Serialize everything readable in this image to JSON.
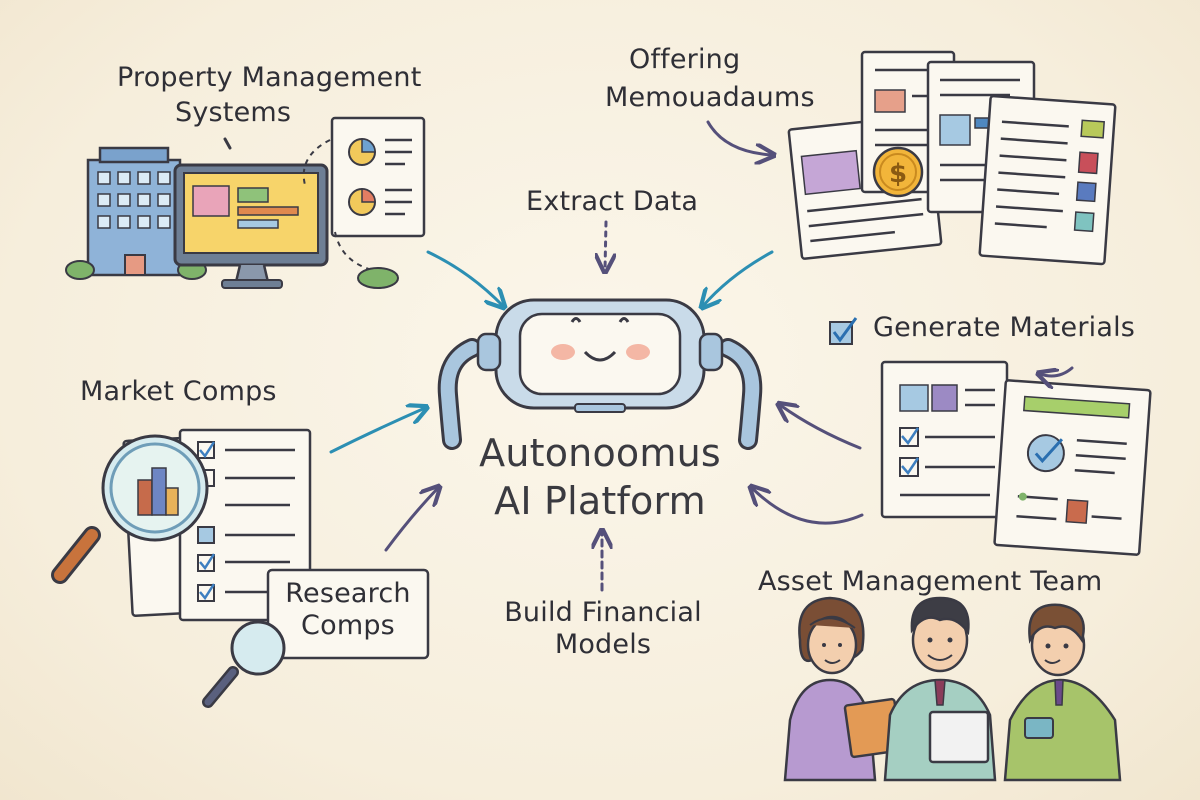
{
  "center": {
    "line1": "Autonoomus",
    "line2": "AI Platform"
  },
  "nodes": {
    "pms": {
      "line1": "Property Management",
      "line2": "Systems"
    },
    "om": {
      "line1": "Offering",
      "line2": "Memouadaums"
    },
    "market": {
      "label": "Market Comps"
    },
    "research": {
      "line1": "Research",
      "line2": "Comps"
    },
    "generate": {
      "label": "Generate Materials"
    },
    "team": {
      "label": "Asset Management Team"
    }
  },
  "actions": {
    "extract": "Extract Data",
    "build_line1": "Build Financial",
    "build_line2": "Models"
  },
  "colors": {
    "arrow_blue": "#2c8fb3",
    "arrow_purple": "#55507a",
    "robot_body": "#c9dbe9",
    "paper": "#fbf8f0",
    "ink": "#3a3a44"
  },
  "icons": [
    "building-icon",
    "monitor-icon",
    "document-icon",
    "coin-icon",
    "magnifier-icon",
    "robot-icon",
    "checkbox-icon",
    "people-icon"
  ]
}
